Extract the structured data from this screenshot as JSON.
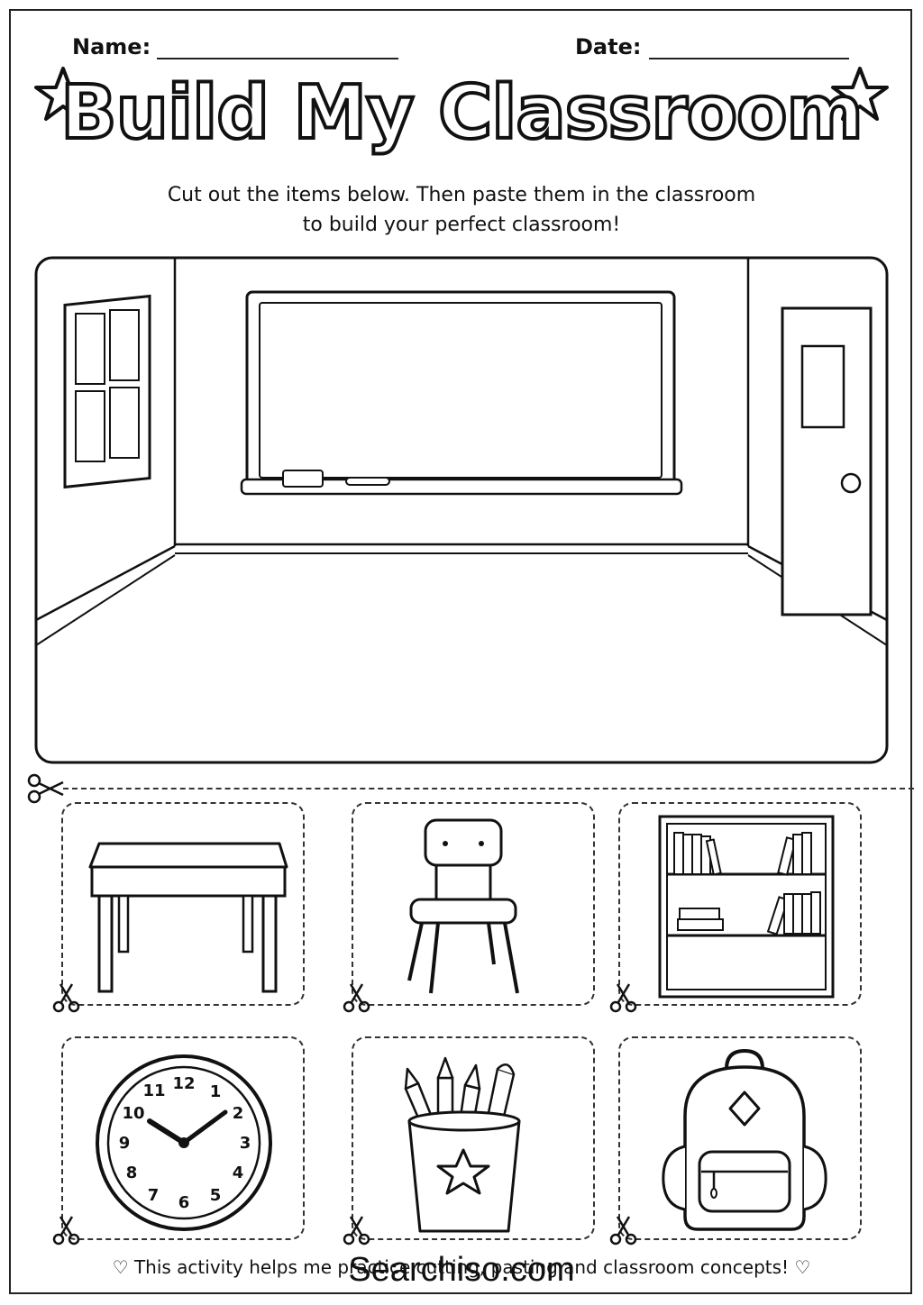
{
  "header": {
    "name_label": "Name:",
    "date_label": "Date:"
  },
  "title": "Build My Classroom",
  "instructions": {
    "line1": "Cut out the items below. Then paste them in the classroom",
    "line2": "to build your perfect classroom!"
  },
  "cutout_items": [
    {
      "icon": "desk-icon"
    },
    {
      "icon": "chair-icon"
    },
    {
      "icon": "bookshelf-icon"
    },
    {
      "icon": "clock-icon",
      "numbers": [
        "12",
        "1",
        "2",
        "3",
        "4",
        "5",
        "6",
        "7",
        "8",
        "9",
        "10",
        "11"
      ]
    },
    {
      "icon": "pencil-cup-icon"
    },
    {
      "icon": "backpack-icon"
    }
  ],
  "footer": {
    "text": "♡ This activity helps me practice cutting, pasting and classroom concepts! ♡"
  },
  "watermark": "Searchiso.com"
}
